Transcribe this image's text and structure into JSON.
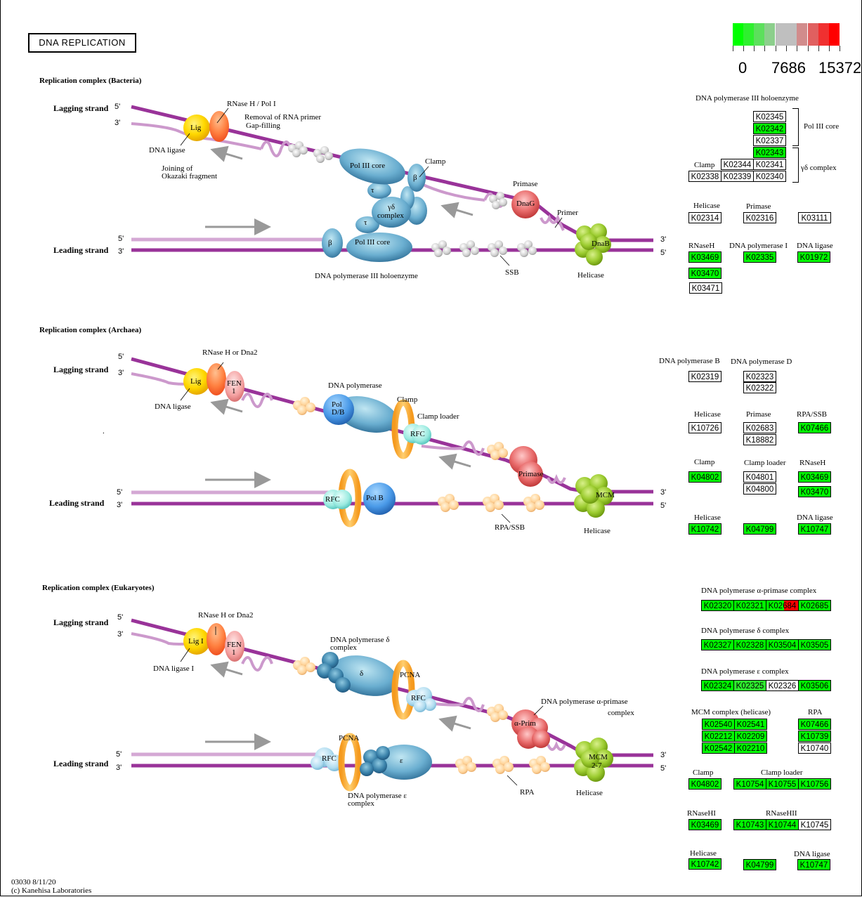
{
  "title": "DNA REPLICATION",
  "legend": {
    "colors": [
      "#00ff00",
      "#2ef02e",
      "#5ce05c",
      "#8ccf8c",
      "#bfbfbf",
      "#bfbfbf",
      "#d18c8c",
      "#e06060",
      "#f03030",
      "#ff0000"
    ],
    "labels": [
      "0",
      "7686",
      "15372"
    ]
  },
  "footer": {
    "line1": "03030 8/11/20",
    "line2": "(c) Kanehisa Laboratories"
  },
  "bacteria": {
    "section_title": "Replication complex (Bacteria)",
    "lagging": "Lagging strand",
    "leading": "Leading strand",
    "ends": {
      "lag_top": "5'",
      "lag_bot": "3'",
      "lead_top": "5'",
      "lead_bot": "3'",
      "right_top": "3'",
      "right_bot": "5'"
    },
    "labels": {
      "rnaseh": "RNase H / Pol I",
      "removal1": "Removal of RNA primer",
      "removal2": "Gap-filling",
      "lig": "Lig",
      "dna_ligase": "DNA ligase",
      "joining1": "Joining of",
      "joining2": "Okazaki fragment",
      "pol3core_top": "Pol III core",
      "pol3core_bot": "Pol III core",
      "clamp": "Clamp",
      "beta": "β",
      "tau": "τ",
      "gd1": "γδ",
      "gd2": "complex",
      "primase": "Primase",
      "dnag": "DnaG",
      "primer": "Primer",
      "dnab": "DnaB",
      "holoenzyme": "DNA polymerase III holoenzyme",
      "ssb": "SSB",
      "helicase": "Helicase"
    },
    "genes": {
      "holo_title": "DNA polymerase III holoenzyme",
      "pol3core": "Pol III core",
      "gd_complex": "γδ complex",
      "clamp": "Clamp",
      "helicase": "Helicase",
      "primase": "Primase",
      "rnaseh": "RNaseH",
      "pol1": "DNA polymerase I",
      "ligase": "DNA ligase",
      "K02345": "K02345",
      "K02342": "K02342",
      "K02337": "K02337",
      "K02343": "K02343",
      "K02344": "K02344",
      "K02341": "K02341",
      "K02338": "K02338",
      "K02339": "K02339",
      "K02340": "K02340",
      "K02314": "K02314",
      "K02316": "K02316",
      "K03111": "K03111",
      "K03469": "K03469",
      "K03470": "K03470",
      "K03471": "K03471",
      "K02335": "K02335",
      "K01972": "K01972"
    }
  },
  "archaea": {
    "section_title": "Replication complex (Archaea)",
    "lagging": "Lagging strand",
    "leading": "Leading strand",
    "ends": {
      "lag_top": "5'",
      "lag_bot": "3'",
      "lead_top": "5'",
      "lead_bot": "3'",
      "right_top": "3'",
      "right_bot": "5'"
    },
    "labels": {
      "rnaseh": "RNase H or Dna2",
      "lig": "Lig",
      "fen1": "FEN",
      "fen2": "1",
      "dna_ligase": "DNA ligase",
      "dnapol": "DNA polymerase",
      "pold1": "Pol",
      "pold2": "D/B",
      "clamp": "Clamp",
      "clamp_loader": "Clamp loader",
      "rfc": "RFC",
      "rfc2": "RFC",
      "polb": "Pol B",
      "primase": "Primase",
      "mcm": "MCM",
      "rpa": "RPA/SSB",
      "helicase": "Helicase",
      "dot": "."
    },
    "genes": {
      "polB": "DNA polymerase B",
      "polD": "DNA polymerase D",
      "helicase": "Helicase",
      "primase": "Primase",
      "rpa": "RPA/SSB",
      "clamp": "Clamp",
      "clamp_loader": "Clamp loader",
      "rnaseh": "RNaseH",
      "helicase2": "Helicase",
      "ligase": "DNA ligase",
      "K02319": "K02319",
      "K02323": "K02323",
      "K02322": "K02322",
      "K10726": "K10726",
      "K02683": "K02683",
      "K18882": "K18882",
      "K07466": "K07466",
      "K04802": "K04802",
      "K04801": "K04801",
      "K04800": "K04800",
      "K03469": "K03469",
      "K03470": "K03470",
      "K10742": "K10742",
      "K04799": "K04799",
      "K10747": "K10747"
    }
  },
  "eukaryotes": {
    "section_title": "Replication complex (Eukaryotes)",
    "lagging": "Lagging strand",
    "leading": "Leading strand",
    "ends": {
      "lag_top": "5'",
      "lag_bot": "3'",
      "lead_top": "5'",
      "lead_bot": "3'",
      "right_top": "3'",
      "right_bot": "5'"
    },
    "labels": {
      "rnaseh": "RNase H or Dna2",
      "lig": "Lig I",
      "fen1": "FEN",
      "fen2": "1",
      "dna_ligase": "DNA ligase I",
      "pold_title1": "DNA polymerase δ",
      "pold_title2": "complex",
      "delta": "δ",
      "pcna": "PCNA",
      "rfc": "RFC",
      "aprim_title1": "DNA polymerase α-primase",
      "aprim_title2": "complex",
      "aprim": "α-Prim",
      "mcm1": "MCM",
      "mcm2": "2-7",
      "pcna2": "PCNA",
      "rfc2": "RFC",
      "eps": "ε",
      "pole1": "DNA polymerase ε",
      "pole2": "complex",
      "rpa": "RPA",
      "helicase": "Helicase"
    },
    "genes": {
      "alpha": "DNA polymerase α-primase complex",
      "delta": "DNA polymerase δ complex",
      "epsilon": "DNA polymerase ε complex",
      "mcm": "MCM complex (helicase)",
      "rpa": "RPA",
      "clamp": "Clamp",
      "clamp_loader": "Clamp loader",
      "rnasehi": "RNaseHI",
      "rnasehii": "RNaseHII",
      "helicase": "Helicase",
      "ligase": "DNA ligase",
      "K02320": "K02320",
      "K02321": "K02321",
      "K02684": "K02684",
      "K02685": "K02685",
      "K02327": "K02327",
      "K02328": "K02328",
      "K03504": "K03504",
      "K03505": "K03505",
      "K02324": "K02324",
      "K02325": "K02325",
      "K02326": "K02326",
      "K03506": "K03506",
      "K02540": "K02540",
      "K02541": "K02541",
      "K02212": "K02212",
      "K02209": "K02209",
      "K02542": "K02542",
      "K02210": "K02210",
      "K07466": "K07466",
      "K10739": "K10739",
      "K10740": "K10740",
      "K04802": "K04802",
      "K10754": "K10754",
      "K10755": "K10755",
      "K10756": "K10756",
      "K03469": "K03469",
      "K10743": "K10743",
      "K10744": "K10744",
      "K10745": "K10745",
      "K10742": "K10742",
      "K04799": "K04799",
      "K10747": "K10747"
    }
  }
}
